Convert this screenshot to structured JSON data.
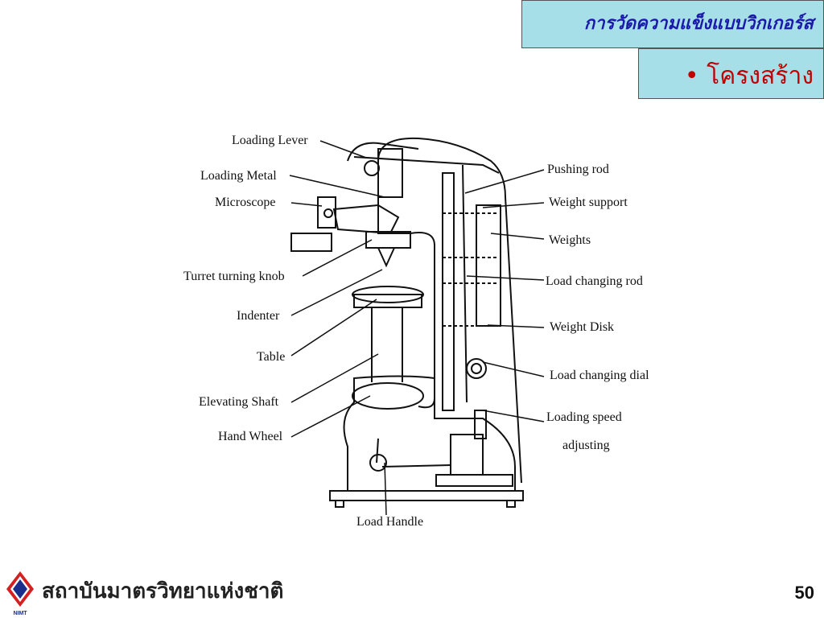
{
  "header": {
    "title": "การวัดความแข็งแบบวิกเกอร์ส",
    "subtitle": "• โครงสร้าง"
  },
  "labels": {
    "loading_lever": "Loading Lever",
    "loading_metal": "Loading Metal",
    "microscope": "Microscope",
    "turret_turning_knob": "Turret turning knob",
    "indenter": "Indenter",
    "table": "Table",
    "elevating_shaft": "Elevating Shaft",
    "hand_wheel": "Hand Wheel",
    "load_handle": "Load Handle",
    "pushing_rod": "Pushing rod",
    "weight_support": "Weight support",
    "weights": "Weights",
    "load_changing_rod": "Load changing rod",
    "weight_disk": "Weight Disk",
    "load_changing_dial": "Load changing dial",
    "loading_speed_line1": "Loading speed",
    "loading_speed_line2": "adjusting"
  },
  "footer": {
    "organization": "สถาบันมาตรวิทยาแห่งชาติ",
    "logo_text": "NIMT",
    "page_number": "50"
  },
  "colors": {
    "header_bg": "#a7dfe9",
    "title_color": "#1a1aa8",
    "subtitle_color": "#c00000"
  }
}
